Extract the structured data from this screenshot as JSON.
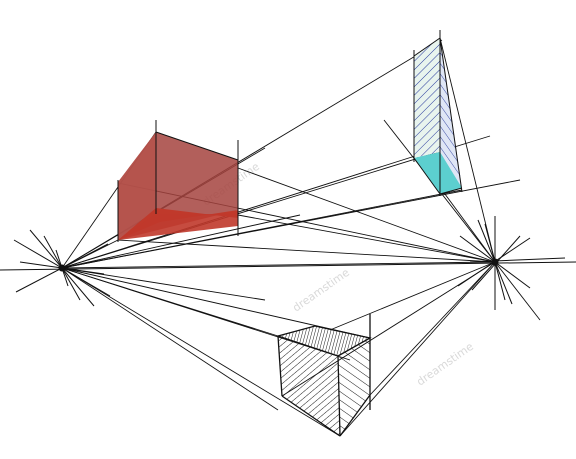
{
  "diagram": {
    "watermarks": [
      "dreamstime",
      "dreamstime",
      "dreamstime"
    ],
    "colors": {
      "line": "#111111",
      "box_front": "#a5433e",
      "box_bottom": "#c0392b",
      "prism_top": "#e8f4ee",
      "prism_bottom": "#5ccfcf",
      "prism_hatch": "#2c3e9e",
      "cube_hatch": "#1a1a1a"
    },
    "vanishing_points": [
      "left-vanishing-point",
      "right-vanishing-point"
    ],
    "objects": [
      "red-box",
      "teal-prism",
      "hatched-cube"
    ]
  }
}
